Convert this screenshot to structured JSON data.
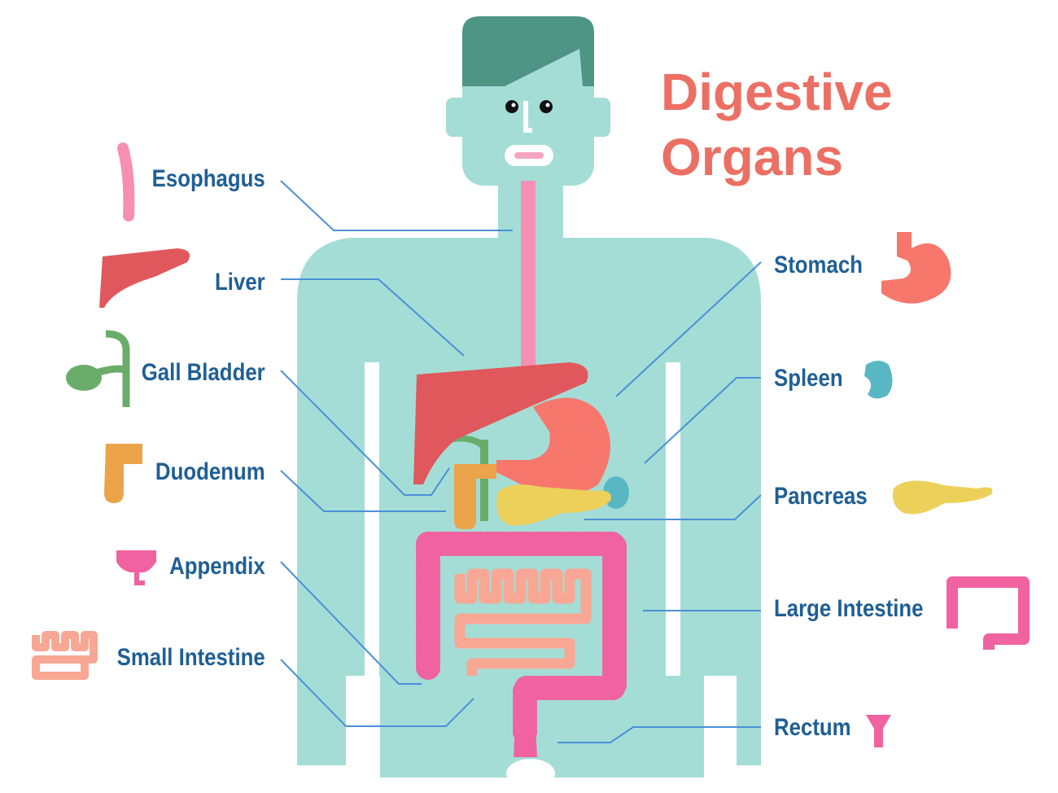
{
  "title": {
    "line1": "Digestive",
    "line2": "Organs"
  },
  "labels": {
    "esophagus": "Esophagus",
    "liver": "Liver",
    "gall_bladder": "Gall Bladder",
    "duodenum": "Duodenum",
    "appendix": "Appendix",
    "small_intestine": "Small Intestine",
    "stomach": "Stomach",
    "spleen": "Spleen",
    "pancreas": "Pancreas",
    "large_intestine": "Large Intestine",
    "rectum": "Rectum"
  },
  "colors": {
    "body": "#a4ddd6",
    "hair": "#4e9585",
    "label_text": "#1f5f95",
    "leader_line": "#4a90d9",
    "title": "#ec6f64",
    "esophagus": "#f78fb3",
    "liver": "#e0585b",
    "gall_bladder": "#6aac6a",
    "duodenum": "#eba44a",
    "stomach": "#f7776c",
    "spleen": "#59b7c4",
    "pancreas": "#ecd05a",
    "large_intestine": "#f062a0",
    "small_intestine": "#f8a794",
    "rectum": "#f062a0"
  }
}
